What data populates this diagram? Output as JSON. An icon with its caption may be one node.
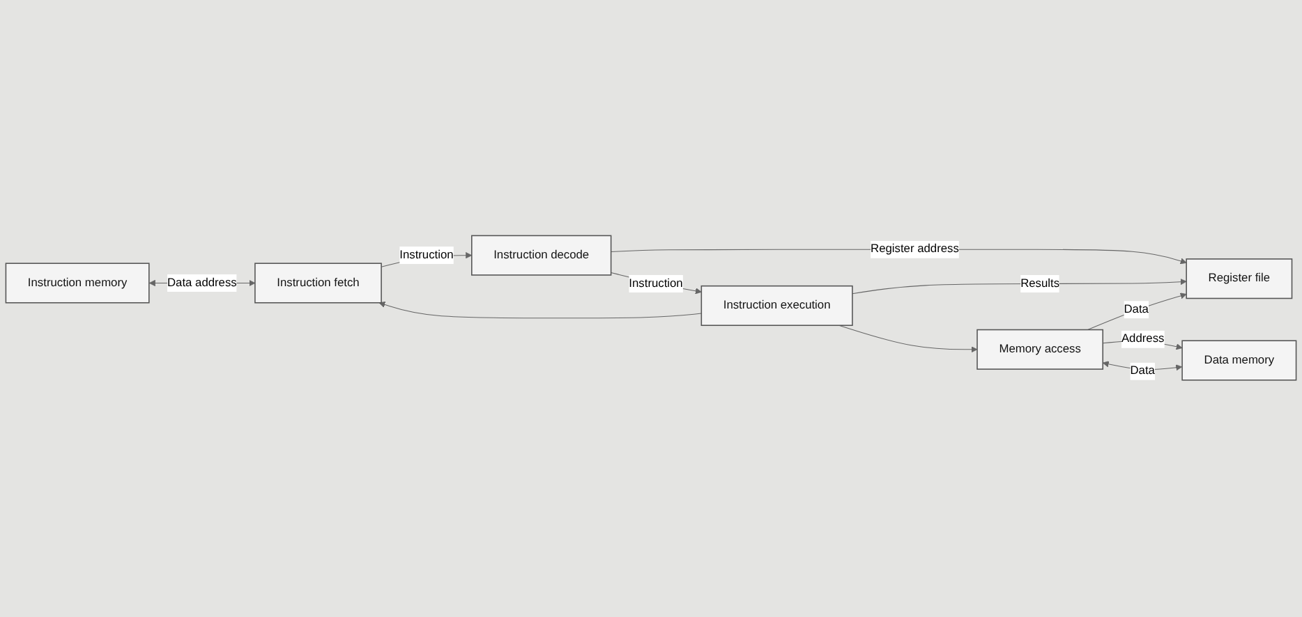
{
  "diagram": {
    "nodes": [
      {
        "text": [
          "Instruction memory"
        ]
      },
      {
        "text": [
          "Instruction fetch"
        ]
      },
      {
        "text": [
          "Instruction decode"
        ]
      },
      {
        "text": [
          "Instruction execution"
        ]
      },
      {
        "text": [
          "Register file"
        ]
      },
      {
        "text": [
          "Data memory"
        ]
      },
      {
        "text": [
          "Memory access"
        ]
      }
    ],
    "edges": [
      {
        "from": 0,
        "to": 1,
        "arrow": "both",
        "label": "Data address"
      },
      {
        "from": 1,
        "to": 2,
        "arrow": "to",
        "label": "Instruction"
      },
      {
        "from": 2,
        "to": 4,
        "arrow": "to",
        "label": "Register address"
      },
      {
        "from": 2,
        "to": 3,
        "arrow": "to",
        "label": "Instruction"
      },
      {
        "from": 3,
        "to": 1,
        "arrow": "to"
      },
      {
        "from": 3,
        "to": 4,
        "arrow": "to",
        "label": "Results"
      },
      {
        "from": 3,
        "to": 6,
        "arrow": "to"
      },
      {
        "from": 6,
        "to": 5,
        "arrow": "to",
        "label": "Address"
      },
      {
        "from": 5,
        "to": 6,
        "arrow": "both",
        "label": "Data"
      },
      {
        "from": 6,
        "to": 4,
        "arrow": "to",
        "label": "Data"
      }
    ]
  }
}
